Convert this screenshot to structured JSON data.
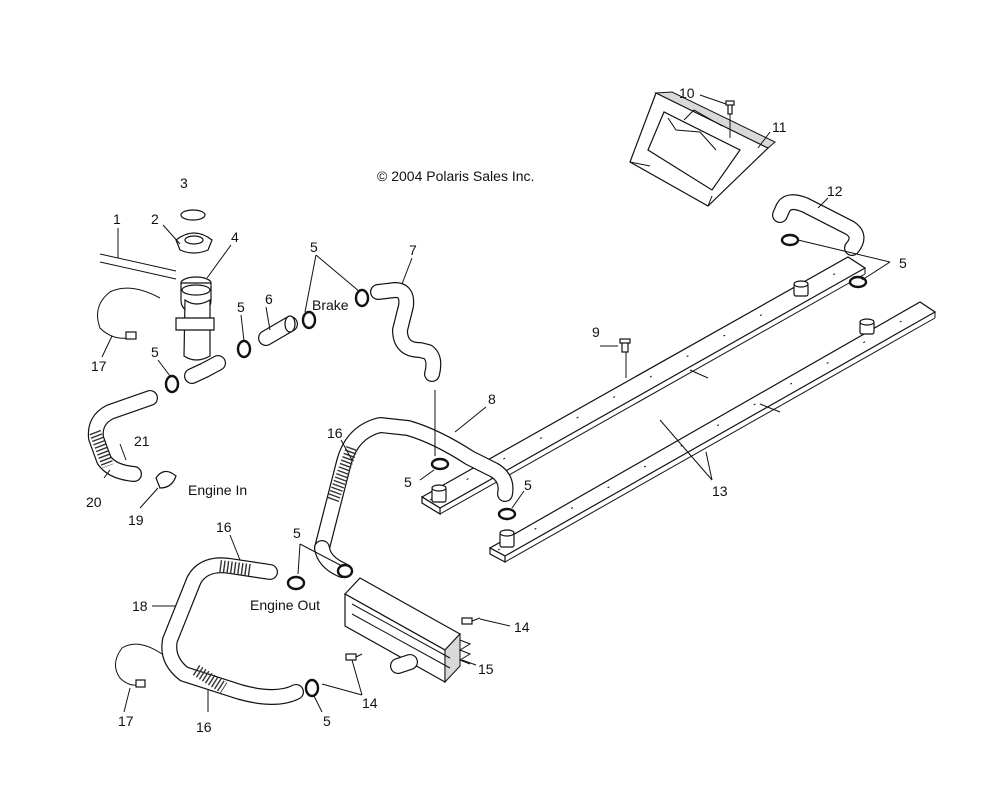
{
  "copyright": "© 2004 Polaris Sales Inc.",
  "notes": {
    "brake": "Brake",
    "engine_in": "Engine In",
    "engine_out": "Engine Out"
  },
  "callouts": {
    "c1": "1",
    "c2": "2",
    "c3": "3",
    "c4": "4",
    "c5a": "5",
    "c5b": "5",
    "c5c": "5",
    "c5d": "5",
    "c5e": "5",
    "c5f": "5",
    "c5g": "5",
    "c5h": "5",
    "c6": "6",
    "c7": "7",
    "c8": "8",
    "c9": "9",
    "c10": "10",
    "c11": "11",
    "c12": "12",
    "c13": "13",
    "c14a": "14",
    "c14b": "14",
    "c15": "15",
    "c16a": "16",
    "c16b": "16",
    "c16c": "16",
    "c17a": "17",
    "c17b": "17",
    "c18": "18",
    "c19": "19",
    "c20": "20",
    "c21": "21"
  }
}
